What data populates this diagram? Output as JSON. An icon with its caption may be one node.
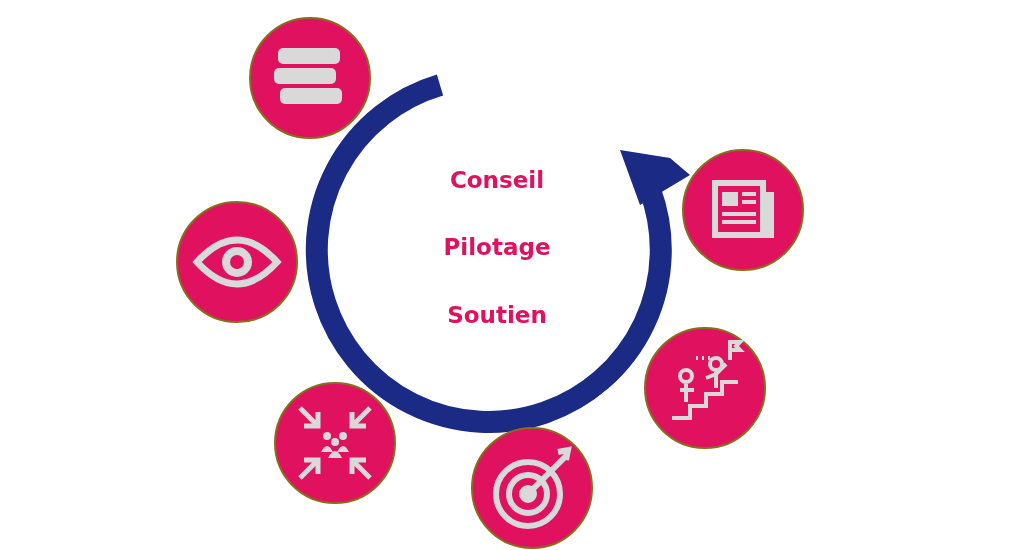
{
  "diagram": {
    "labels": [
      "Conseil",
      "Pilotage",
      "Soutien"
    ]
  }
}
